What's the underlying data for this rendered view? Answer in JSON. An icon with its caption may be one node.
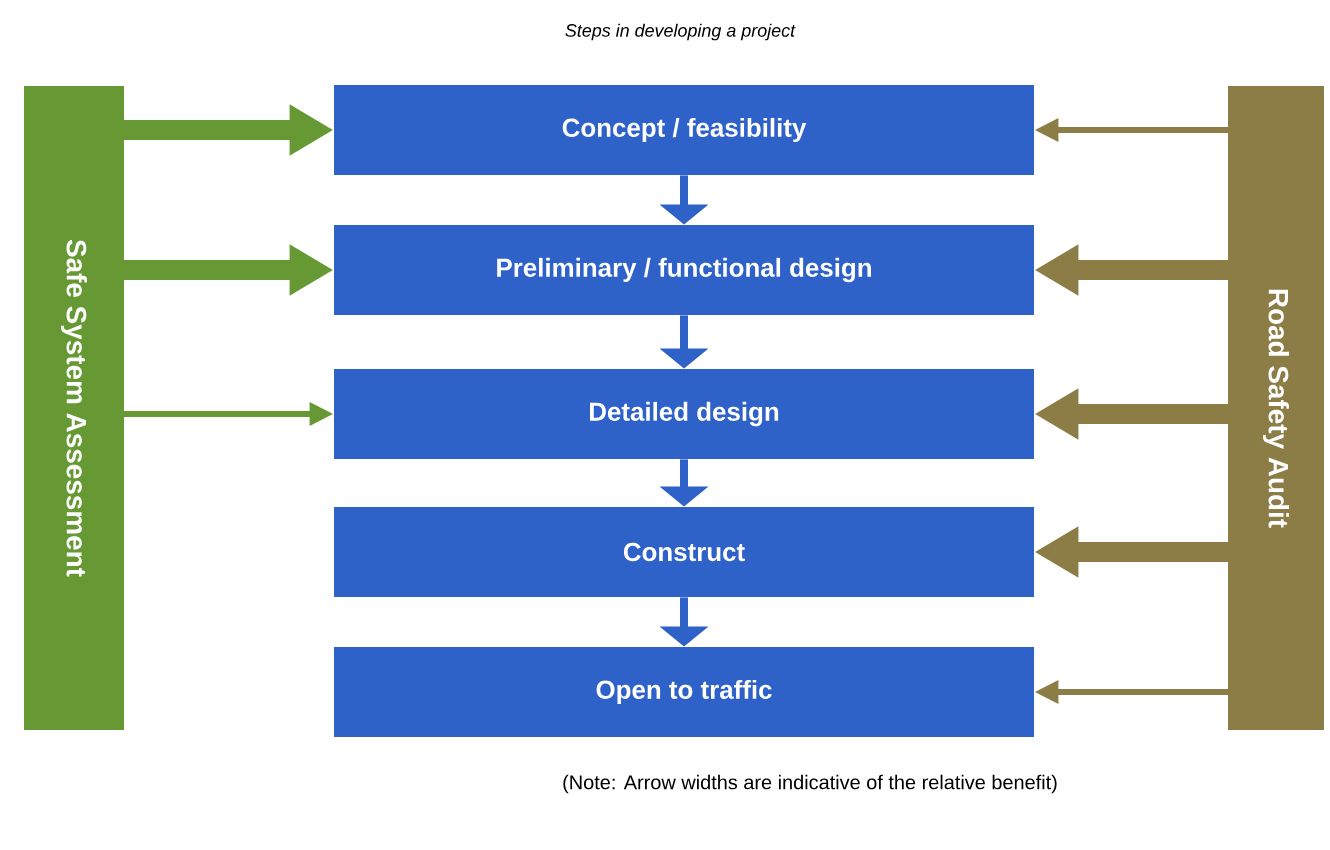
{
  "diagram": {
    "title": "Steps in developing a project",
    "nodes": [
      {
        "text": [
          "Safe System Assessment"
        ]
      },
      {
        "text": [
          "Concept / feasibility"
        ]
      },
      {
        "text": [
          "Preliminary / functional design"
        ]
      },
      {
        "text": [
          "Detailed design"
        ]
      },
      {
        "text": [
          "Construct"
        ]
      },
      {
        "text": [
          "Open to traffic"
        ]
      },
      {
        "text": [
          "Road Safety Audit"
        ]
      }
    ],
    "edges": [
      {
        "from": 0,
        "to": 1,
        "arrow": "to",
        "style": "thick",
        "color": "#669933"
      },
      {
        "from": 0,
        "to": 2,
        "arrow": "to",
        "style": "thick",
        "color": "#669933"
      },
      {
        "from": 0,
        "to": 3,
        "arrow": "to",
        "color": "#669933"
      },
      {
        "from": 6,
        "to": 1,
        "arrow": "to",
        "color": "#8b7d45"
      },
      {
        "from": 6,
        "to": 2,
        "arrow": "to",
        "style": "thick",
        "color": "#8b7d45"
      },
      {
        "from": 6,
        "to": 3,
        "arrow": "to",
        "style": "thick",
        "color": "#8b7d45"
      },
      {
        "from": 6,
        "to": 4,
        "arrow": "to",
        "style": "thick",
        "color": "#8b7d45"
      },
      {
        "from": 6,
        "to": 5,
        "arrow": "to",
        "color": "#8b7d45"
      },
      {
        "from": 1,
        "to": 2,
        "arrow": "to",
        "color": "#2e62c9"
      },
      {
        "from": 2,
        "to": 3,
        "arrow": "to",
        "color": "#2e62c9"
      },
      {
        "from": 3,
        "to": 4,
        "arrow": "to",
        "color": "#2e62c9"
      },
      {
        "from": 4,
        "to": 5,
        "arrow": "to",
        "color": "#2e62c9"
      }
    ],
    "labels": [
      "(Note: Arrow widths are indicative of the relative benefit)"
    ]
  }
}
